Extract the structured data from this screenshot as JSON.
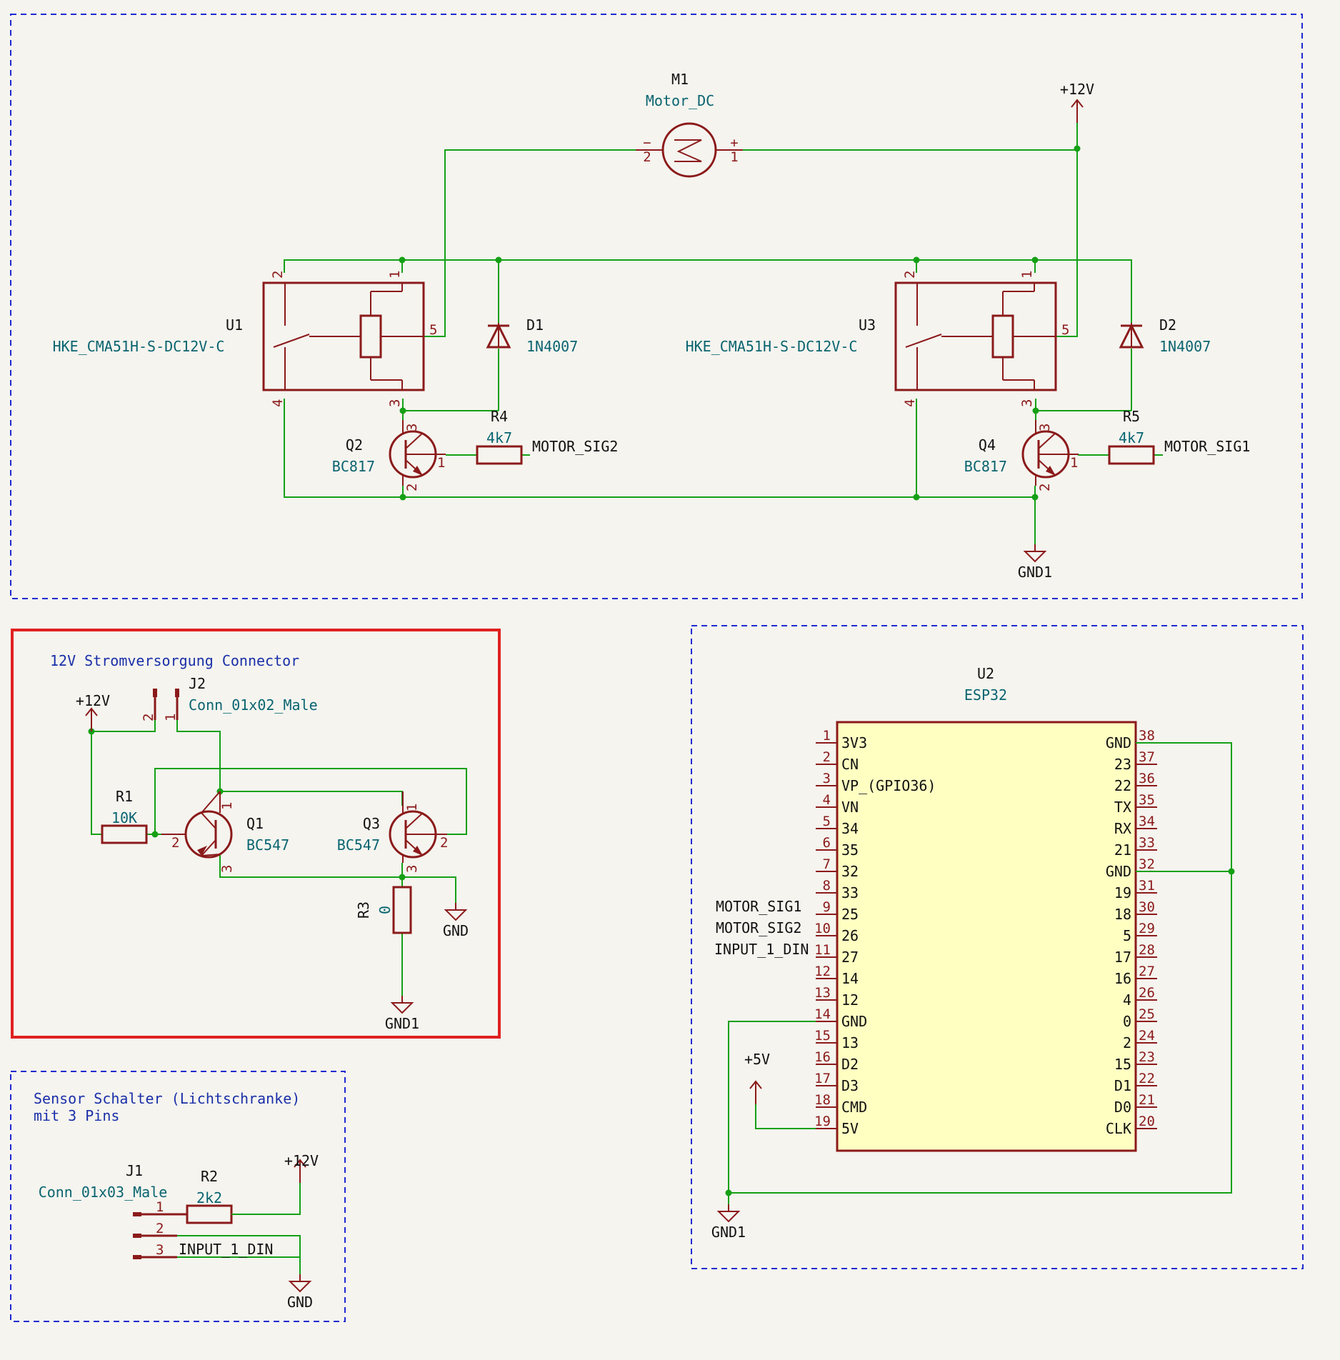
{
  "components": {
    "m1": {
      "ref": "M1",
      "value": "Motor_DC",
      "pin_minus": "−",
      "pin_plus": "+",
      "pin2": "2",
      "pin1": "1"
    },
    "u1": {
      "ref": "U1",
      "value": "HKE_CMA51H-S-DC12V-C"
    },
    "u3": {
      "ref": "U3",
      "value": "HKE_CMA51H-S-DC12V-C"
    },
    "d1": {
      "ref": "D1",
      "value": "1N4007"
    },
    "d2": {
      "ref": "D2",
      "value": "1N4007"
    },
    "r4": {
      "ref": "R4",
      "value": "4k7"
    },
    "r5": {
      "ref": "R5",
      "value": "4k7"
    },
    "q2": {
      "ref": "Q2",
      "value": "BC817"
    },
    "q4": {
      "ref": "Q4",
      "value": "BC817"
    },
    "j2": {
      "ref": "J2",
      "value": "Conn_01x02_Male"
    },
    "r1": {
      "ref": "R1",
      "value": "10K"
    },
    "q1": {
      "ref": "Q1",
      "value": "BC547"
    },
    "q3": {
      "ref": "Q3",
      "value": "BC547"
    },
    "r3": {
      "ref": "R3",
      "value": "0"
    },
    "j1": {
      "ref": "J1",
      "value": "Conn_01x03_Male"
    },
    "r2": {
      "ref": "R2",
      "value": "2k2"
    },
    "u2": {
      "ref": "U2",
      "value": "ESP32"
    }
  },
  "relay_pins": [
    "1",
    "2",
    "3",
    "4",
    "5"
  ],
  "transistor_pins": [
    "1",
    "2",
    "3"
  ],
  "power": {
    "p12v": "+12V",
    "p5v": "+5V",
    "gnd": "GND",
    "gnd1": "GND1"
  },
  "nets": {
    "motor_sig1": "MOTOR_SIG1",
    "motor_sig2": "MOTOR_SIG2",
    "input_1_din": "INPUT_1_DIN"
  },
  "notes": {
    "power_connector": "12V Stromversorgung Connector",
    "sensor_line1": "Sensor Schalter (Lichtschranke)",
    "sensor_line2": "mit 3 Pins"
  },
  "esp32": {
    "left_pins": [
      {
        "num": "1",
        "name": "3V3"
      },
      {
        "num": "2",
        "name": "CN"
      },
      {
        "num": "3",
        "name": "VP_(GPIO36)"
      },
      {
        "num": "4",
        "name": "VN"
      },
      {
        "num": "5",
        "name": "34"
      },
      {
        "num": "6",
        "name": "35"
      },
      {
        "num": "7",
        "name": "32"
      },
      {
        "num": "8",
        "name": "33"
      },
      {
        "num": "9",
        "name": "25"
      },
      {
        "num": "10",
        "name": "26"
      },
      {
        "num": "11",
        "name": "27"
      },
      {
        "num": "12",
        "name": "14"
      },
      {
        "num": "13",
        "name": "12"
      },
      {
        "num": "14",
        "name": "GND"
      },
      {
        "num": "15",
        "name": "13"
      },
      {
        "num": "16",
        "name": "D2"
      },
      {
        "num": "17",
        "name": "D3"
      },
      {
        "num": "18",
        "name": "CMD"
      },
      {
        "num": "19",
        "name": "5V"
      }
    ],
    "right_pins": [
      {
        "num": "38",
        "name": "GND"
      },
      {
        "num": "37",
        "name": "23"
      },
      {
        "num": "36",
        "name": "22"
      },
      {
        "num": "35",
        "name": "TX"
      },
      {
        "num": "34",
        "name": "RX"
      },
      {
        "num": "33",
        "name": "21"
      },
      {
        "num": "32",
        "name": "GND"
      },
      {
        "num": "31",
        "name": "19"
      },
      {
        "num": "30",
        "name": "18"
      },
      {
        "num": "29",
        "name": "5"
      },
      {
        "num": "28",
        "name": "17"
      },
      {
        "num": "27",
        "name": "16"
      },
      {
        "num": "26",
        "name": "4"
      },
      {
        "num": "25",
        "name": "0"
      },
      {
        "num": "24",
        "name": "2"
      },
      {
        "num": "23",
        "name": "15"
      },
      {
        "num": "22",
        "name": "D1"
      },
      {
        "num": "21",
        "name": "D0"
      },
      {
        "num": "20",
        "name": "CLK"
      }
    ]
  },
  "j1_pins": [
    "1",
    "2",
    "3"
  ],
  "j2_pins": [
    "2",
    "1"
  ],
  "colors": {
    "wire": "#15a015",
    "body": "#8b1a1a",
    "label": "#0a6470",
    "frame": "#1e2ad0",
    "highlight": "#e02020",
    "ic_fill": "#ffffc2",
    "background": "#f5f4ef"
  }
}
